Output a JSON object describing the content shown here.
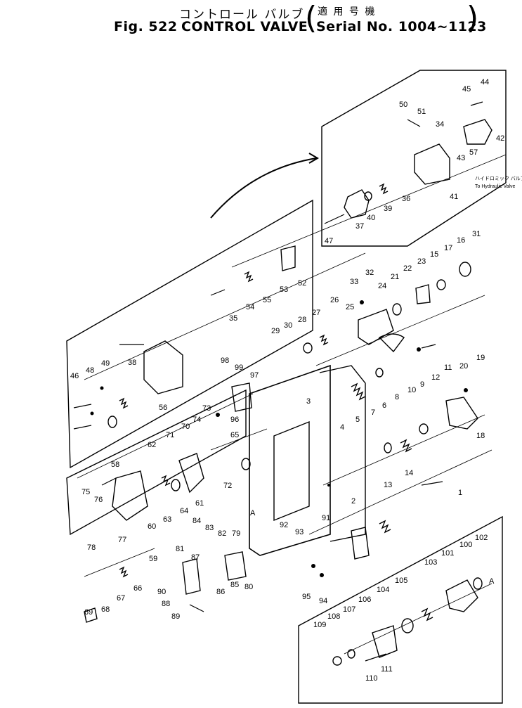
{
  "title": {
    "jp_main": "コントロール バルブ",
    "jp_serial": "適 用 号 機",
    "fig": "Fig. 522",
    "name": "CONTROL VALVE",
    "serial": "Serial No. 1004~1123"
  },
  "notes": {
    "jp_to": "ハイドロミック バルブ へ",
    "en_to": "To Hydraulic Valve",
    "arrow_a": "A"
  },
  "labels": [
    {
      "id": "44",
      "t": "44"
    },
    {
      "id": "45",
      "t": "45"
    },
    {
      "id": "50",
      "t": "50"
    },
    {
      "id": "51",
      "t": "51"
    },
    {
      "id": "34",
      "t": "34"
    },
    {
      "id": "42",
      "t": "42"
    },
    {
      "id": "43",
      "t": "43"
    },
    {
      "id": "57",
      "t": "57"
    },
    {
      "id": "41",
      "t": "41"
    },
    {
      "id": "36",
      "t": "36"
    },
    {
      "id": "39",
      "t": "39"
    },
    {
      "id": "40",
      "t": "40"
    },
    {
      "id": "37",
      "t": "37"
    },
    {
      "id": "47",
      "t": "47"
    },
    {
      "id": "31",
      "t": "31"
    },
    {
      "id": "16",
      "t": "16"
    },
    {
      "id": "17",
      "t": "17"
    },
    {
      "id": "15",
      "t": "15"
    },
    {
      "id": "23",
      "t": "23"
    },
    {
      "id": "22",
      "t": "22"
    },
    {
      "id": "21",
      "t": "21"
    },
    {
      "id": "24",
      "t": "24"
    },
    {
      "id": "32",
      "t": "32"
    },
    {
      "id": "33",
      "t": "33"
    },
    {
      "id": "25",
      "t": "25"
    },
    {
      "id": "26",
      "t": "26"
    },
    {
      "id": "27",
      "t": "27"
    },
    {
      "id": "28",
      "t": "28"
    },
    {
      "id": "29",
      "t": "29"
    },
    {
      "id": "30",
      "t": "30"
    },
    {
      "id": "52",
      "t": "52"
    },
    {
      "id": "53",
      "t": "53"
    },
    {
      "id": "54",
      "t": "54"
    },
    {
      "id": "55",
      "t": "55"
    },
    {
      "id": "35",
      "t": "35"
    },
    {
      "id": "19",
      "t": "19"
    },
    {
      "id": "20",
      "t": "20"
    },
    {
      "id": "18",
      "t": "18"
    },
    {
      "id": "11",
      "t": "11"
    },
    {
      "id": "12",
      "t": "12"
    },
    {
      "id": "10",
      "t": "10"
    },
    {
      "id": "9",
      "t": "9"
    },
    {
      "id": "8",
      "t": "8"
    },
    {
      "id": "7",
      "t": "7"
    },
    {
      "id": "6",
      "t": "6"
    },
    {
      "id": "5",
      "t": "5"
    },
    {
      "id": "4",
      "t": "4"
    },
    {
      "id": "3",
      "t": "3"
    },
    {
      "id": "2",
      "t": "2"
    },
    {
      "id": "1",
      "t": "1"
    },
    {
      "id": "13",
      "t": "13"
    },
    {
      "id": "14",
      "t": "14"
    },
    {
      "id": "97",
      "t": "97"
    },
    {
      "id": "98",
      "t": "98"
    },
    {
      "id": "99",
      "t": "99"
    },
    {
      "id": "96",
      "t": "96"
    },
    {
      "id": "73",
      "t": "73"
    },
    {
      "id": "65",
      "t": "65"
    },
    {
      "id": "74",
      "t": "74"
    },
    {
      "id": "70",
      "t": "70"
    },
    {
      "id": "71",
      "t": "71"
    },
    {
      "id": "62",
      "t": "62"
    },
    {
      "id": "72",
      "t": "72"
    },
    {
      "id": "61",
      "t": "61"
    },
    {
      "id": "64",
      "t": "64"
    },
    {
      "id": "63",
      "t": "63"
    },
    {
      "id": "60",
      "t": "60"
    },
    {
      "id": "58",
      "t": "58"
    },
    {
      "id": "75",
      "t": "75"
    },
    {
      "id": "76",
      "t": "76"
    },
    {
      "id": "77",
      "t": "77"
    },
    {
      "id": "78",
      "t": "78"
    },
    {
      "id": "59",
      "t": "59"
    },
    {
      "id": "66",
      "t": "66"
    },
    {
      "id": "67",
      "t": "67"
    },
    {
      "id": "68",
      "t": "68"
    },
    {
      "id": "69",
      "t": "69"
    },
    {
      "id": "46",
      "t": "46"
    },
    {
      "id": "48",
      "t": "48"
    },
    {
      "id": "49",
      "t": "49"
    },
    {
      "id": "38",
      "t": "38"
    },
    {
      "id": "56",
      "t": "56"
    },
    {
      "id": "84",
      "t": "84"
    },
    {
      "id": "83",
      "t": "83"
    },
    {
      "id": "82",
      "t": "82"
    },
    {
      "id": "79",
      "t": "79"
    },
    {
      "id": "81",
      "t": "81"
    },
    {
      "id": "87",
      "t": "87"
    },
    {
      "id": "85",
      "t": "85"
    },
    {
      "id": "80",
      "t": "80"
    },
    {
      "id": "86",
      "t": "86"
    },
    {
      "id": "90",
      "t": "90"
    },
    {
      "id": "88",
      "t": "88"
    },
    {
      "id": "89",
      "t": "89"
    },
    {
      "id": "92",
      "t": "92"
    },
    {
      "id": "93",
      "t": "93"
    },
    {
      "id": "91",
      "t": "91"
    },
    {
      "id": "95",
      "t": "95"
    },
    {
      "id": "94",
      "t": "94"
    },
    {
      "id": "100",
      "t": "100"
    },
    {
      "id": "101",
      "t": "101"
    },
    {
      "id": "102",
      "t": "102"
    },
    {
      "id": "103",
      "t": "103"
    },
    {
      "id": "104",
      "t": "104"
    },
    {
      "id": "105",
      "t": "105"
    },
    {
      "id": "106",
      "t": "106"
    },
    {
      "id": "107",
      "t": "107"
    },
    {
      "id": "108",
      "t": "108"
    },
    {
      "id": "109",
      "t": "109"
    },
    {
      "id": "110",
      "t": "110"
    },
    {
      "id": "111",
      "t": "111"
    }
  ]
}
